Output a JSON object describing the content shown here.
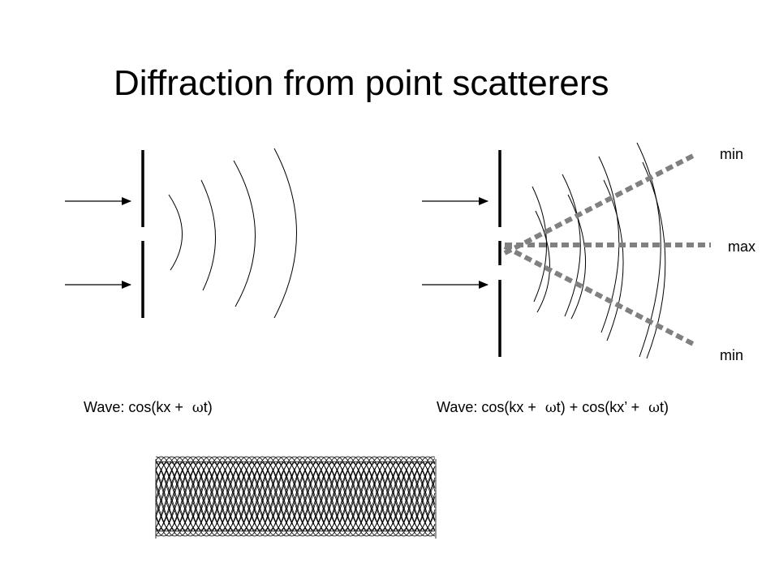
{
  "slide": {
    "title": "Diffraction from point scatterers"
  },
  "left_panel": {
    "caption_prefix": "Wave:  cos(kx + ",
    "caption_omega": "ω",
    "caption_suffix": "t)"
  },
  "right_panel": {
    "caption_part1": "Wave:  cos(kx + ",
    "caption_omega1": "ω",
    "caption_part2": "t) + cos(kx’ + ",
    "caption_omega2": "ω",
    "caption_part3": "t)",
    "labels": {
      "top": "min",
      "middle": "max",
      "bottom": "min"
    }
  },
  "colors": {
    "line": "#000000",
    "dotted": "#808080"
  }
}
